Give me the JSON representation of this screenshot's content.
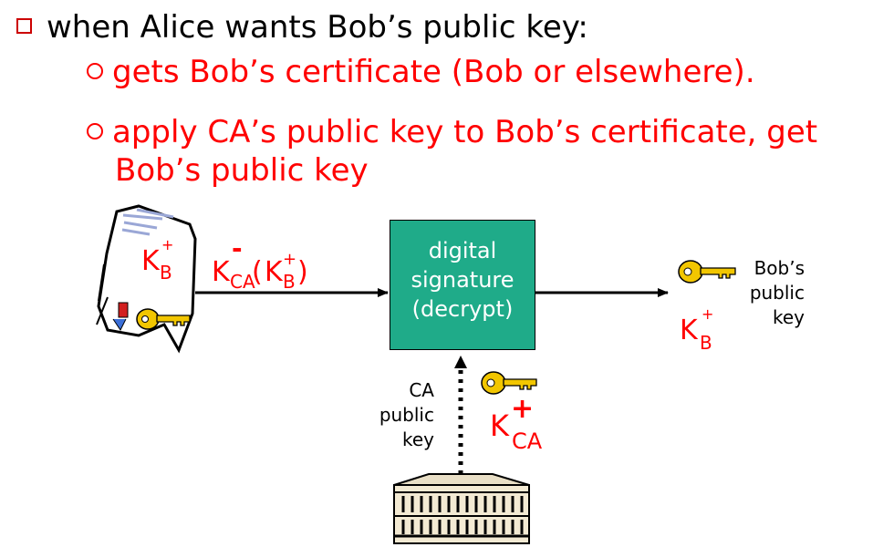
{
  "bullets": {
    "main": "when Alice wants Bob’s public key:",
    "sub1": "gets Bob’s certificate (Bob or elsewhere).",
    "sub2_line1": "apply CA’s public key to Bob’s certificate, get",
    "sub2_line2": "Bob’s public key"
  },
  "diagram": {
    "cert_formula": {
      "K": "K",
      "minus": "-",
      "sub_CA": "CA",
      "open": "(",
      "inner_K": "K",
      "plus": "+",
      "sub_B": "B",
      "close": ")"
    },
    "cert_doc_label": {
      "K": "K",
      "plus": "+",
      "sub": "B"
    },
    "signature_box": {
      "line1": "digital",
      "line2": "signature",
      "line3": "(decrypt)"
    },
    "bob_key_label": {
      "line1": "Bob’s",
      "line2": "public",
      "line3": "key"
    },
    "bob_key_symbol": {
      "K": "K",
      "plus": "+",
      "sub": "B"
    },
    "ca_key_label": {
      "line1": "CA",
      "line2": "public",
      "line3": "key"
    },
    "ca_key_symbol": {
      "K": "K",
      "plus": "+",
      "sub": "CA"
    }
  },
  "icons": [
    "certificate-document-icon",
    "gold-key-icon",
    "ca-building-icon"
  ],
  "colors": {
    "accent_red": "#ff0000",
    "box_green": "#1fab89",
    "key_gold": "#f2c600"
  }
}
